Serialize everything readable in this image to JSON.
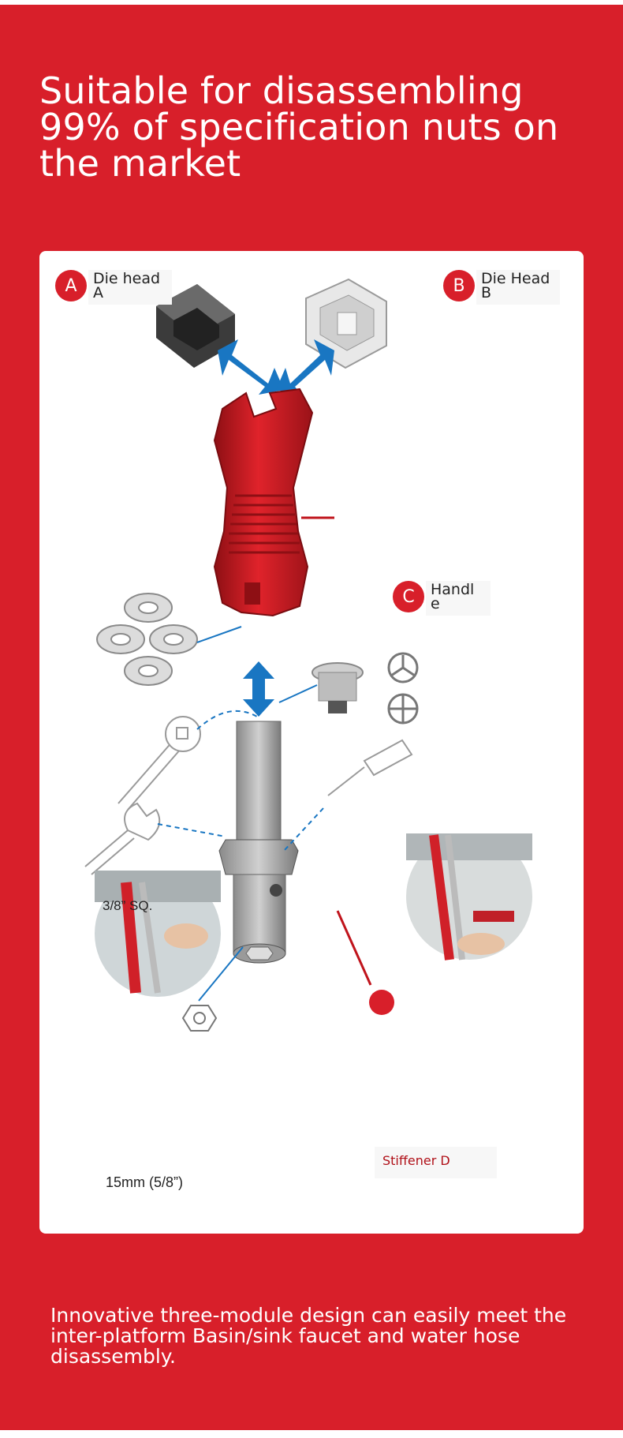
{
  "headline": "Suitable for disassembling 99% of specification nuts on the market",
  "labels": {
    "a": {
      "badge": "A",
      "line1": "Die head",
      "line2": "A"
    },
    "b": {
      "badge": "B",
      "line1": "Die Head",
      "line2": "B"
    },
    "c": {
      "badge": "C",
      "line1": "Handl",
      "line2": "e"
    },
    "d": {
      "text": "Stiffener D"
    }
  },
  "captions": {
    "square_drive": "3/8” SQ.",
    "hex_size": "15mm (5/8”)"
  },
  "footer": "Innovative three-module design can easily meet the inter-platform Basin/sink faucet and water hose disassembly.",
  "colors": {
    "brand_red": "#d81f2a",
    "arrow_blue": "#1976c2",
    "panel": "#ffffff"
  },
  "icons": [
    "die-head-a-icon",
    "die-head-b-icon",
    "wrench-handle-icon",
    "nut-adapter-icon",
    "sink-strainer-icon",
    "box-wrench-icon",
    "open-wrench-icon",
    "screwdriver-icon",
    "stiffener-icon",
    "hex-nut-icon",
    "double-arrow-icon"
  ]
}
